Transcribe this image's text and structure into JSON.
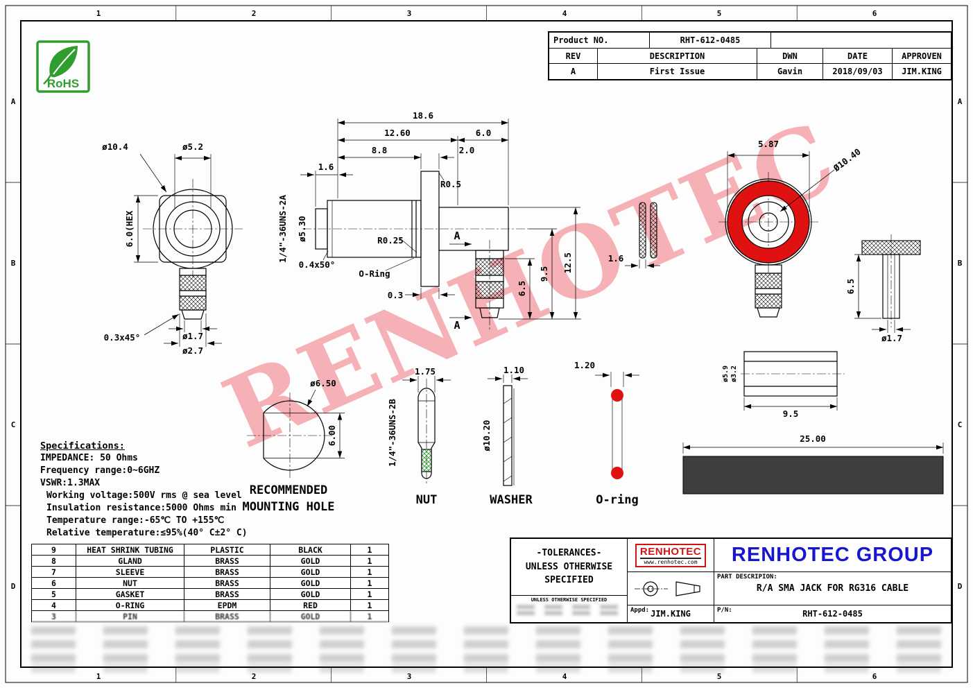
{
  "sheet": {
    "zones_top": [
      "1",
      "2",
      "3",
      "4",
      "5",
      "6"
    ],
    "zones_side": [
      "A",
      "B",
      "C",
      "D"
    ]
  },
  "rohs": {
    "label": "RoHS"
  },
  "revision_table": {
    "product_no_label": "Product NO.",
    "product_no": "RHT-612-0485",
    "headers": [
      "REV",
      "DESCRIPTION",
      "DWN",
      "DATE",
      "APPROVEN"
    ],
    "rows": [
      [
        "A",
        "First Issue",
        "Gavin",
        "2018/09/03",
        "JIM.KING"
      ]
    ]
  },
  "watermark": "RENHOTEC",
  "captions": {
    "mounting_line1": "RECOMMENDED",
    "mounting_line2": "MOUNTING HOLE",
    "nut": "NUT",
    "washer": "WASHER",
    "oring": "O-ring"
  },
  "dims": {
    "rear": {
      "outer_dia": "ø10.4",
      "bore_dia": "ø5.2",
      "hex": "6.0(HEX",
      "chamfer": "0.3x45°",
      "tip_dia": "ø1.7",
      "stem_dia": "ø2.7"
    },
    "side": {
      "len_total": "18.6",
      "len_body": "12.60",
      "len_right": "6.0",
      "len_barrel": "8.8",
      "len_flange": "2.0",
      "len_cap": "1.6",
      "thread": "1/4\"-36UNS-2A",
      "bore": "ø5.30",
      "r_flange": "R0.5",
      "r_fillet": "R0.25",
      "chamfer": "0.4x50°",
      "oring": "O-Ring",
      "gap": "0.3",
      "h_tube": "6.5",
      "h_mid": "9.5",
      "h_total": "12.5",
      "section": "A"
    },
    "gasket": {
      "width": "1.6"
    },
    "front": {
      "face_dia": "5.87",
      "outer_dia": "Ø10.40"
    },
    "tpart": {
      "height": "6.5",
      "tip_dia": "ø1.7"
    },
    "tube": {
      "outer_dia": "ø5.9",
      "bore_dia": "ø3.2",
      "length": "9.5"
    },
    "hole": {
      "dia": "ø6.50",
      "flat": "6.00"
    },
    "nut": {
      "thick": "1.75",
      "thread": "1/4\"-36UNS-2B"
    },
    "washer": {
      "thick": "1.10",
      "dia": "ø10.20"
    },
    "oring": {
      "cs": "1.20"
    },
    "shrink": {
      "length": "25.00"
    }
  },
  "specs": {
    "title": "Specifications:",
    "lines": [
      "IMPEDANCE: 50 Ohms",
      "Frequency range:0~6GHZ",
      "VSWR:1.3MAX",
      "Working voltage:500V rms @ sea level",
      "Insulation resistance:5000 Ohms min",
      "Temperature range:-65℃ TO +155℃",
      "Relative temperature:≤95%(40° C±2° C)"
    ]
  },
  "bom": {
    "rows": [
      [
        "9",
        "HEAT SHRINK TUBING",
        "PLASTIC",
        "BLACK",
        "1"
      ],
      [
        "8",
        "GLAND",
        "BRASS",
        "GOLD",
        "1"
      ],
      [
        "7",
        "SLEEVE",
        "BRASS",
        "GOLD",
        "1"
      ],
      [
        "6",
        "NUT",
        "BRASS",
        "GOLD",
        "1"
      ],
      [
        "5",
        "GASKET",
        "BRASS",
        "GOLD",
        "1"
      ],
      [
        "4",
        "O-RING",
        "EPDM",
        "RED",
        "1"
      ],
      [
        "3",
        "PIN",
        "BRASS",
        "GOLD",
        "1"
      ]
    ]
  },
  "title_block": {
    "tol1": "-TOLERANCES-",
    "tol2": "UNLESS OTHERWISE",
    "tol3": "SPECIFIED",
    "small_note": "UNLESS OTHERWISE SPECIFIED",
    "logo_text": "RENHOTEC",
    "logo_site": "www.renhotec.com",
    "company": "RENHOTEC GROUP",
    "part_label": "PART DESCRIPION:",
    "part_desc": "R/A SMA JACK FOR RG316 CABLE",
    "appd_label": "Appd:",
    "appd_value": "JIM.KING",
    "pn_label": "P/N:",
    "pn_value": "RHT-612-0485"
  },
  "colors": {
    "red": "#e01111",
    "blue": "#1717d2",
    "green": "#2f9e2f",
    "dark": "#3e3e3e"
  }
}
